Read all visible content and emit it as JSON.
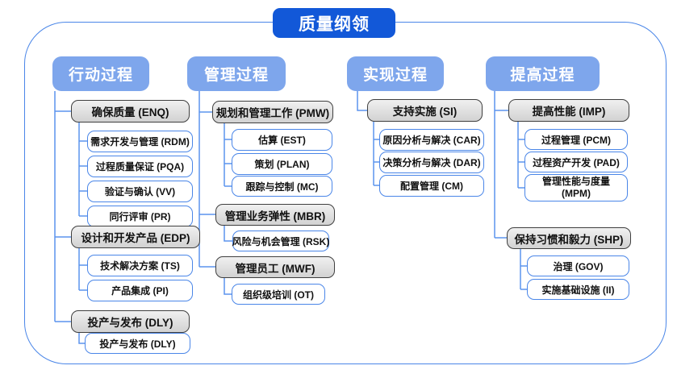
{
  "title": "质量纲领",
  "colors": {
    "title_bg": "#1258d8",
    "header_bg": "#7ea6ec",
    "parent_fill": "#d9d9d9",
    "parent_border": "#3f3f3f",
    "child_border": "#4a86e8",
    "connector": "#5b94ee",
    "container_border": "#4a86e8",
    "text": "#111111"
  },
  "columns": [
    {
      "header": "行动过程",
      "groups": [
        {
          "parent": "确保质量 (ENQ)",
          "children": [
            "需求开发与管理 (RDM)",
            "过程质量保证 (PQA)",
            "验证与确认 (VV)",
            "同行评审 (PR)"
          ]
        },
        {
          "parent": "设计和开发产品 (EDP)",
          "children": [
            "技术解决方案 (TS)",
            "产品集成 (PI)"
          ]
        },
        {
          "parent": "投产与发布 (DLY)",
          "children": [
            "投产与发布 (DLY)"
          ]
        }
      ]
    },
    {
      "header": "管理过程",
      "groups": [
        {
          "parent": "规划和管理工作 (PMW)",
          "children": [
            "估算 (EST)",
            "策划 (PLAN)",
            "跟踪与控制 (MC)"
          ]
        },
        {
          "parent": "管理业务弹性 (MBR)",
          "children": [
            "风险与机会管理 (RSK)"
          ]
        },
        {
          "parent": "管理员工 (MWF)",
          "children": [
            "组织级培训 (OT)"
          ]
        }
      ]
    },
    {
      "header": "实现过程",
      "groups": [
        {
          "parent": "支持实施 (SI)",
          "children": [
            "原因分析与解决 (CAR)",
            "决策分析与解决 (DAR)",
            "配置管理 (CM)"
          ]
        }
      ]
    },
    {
      "header": "提高过程",
      "groups": [
        {
          "parent": "提高性能 (IMP)",
          "children": [
            "过程管理 (PCM)",
            "过程资产开发 (PAD)",
            "管理性能与度量 (MPM)"
          ]
        },
        {
          "parent": "保持习惯和毅力 (SHP)",
          "children": [
            "治理 (GOV)",
            "实施基础设施 (II)"
          ]
        }
      ]
    }
  ]
}
